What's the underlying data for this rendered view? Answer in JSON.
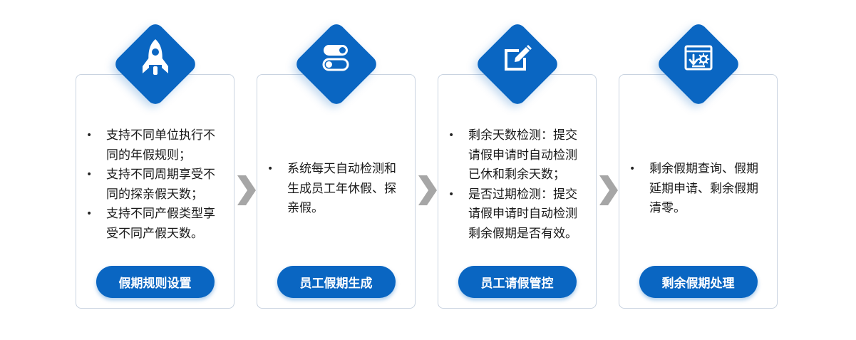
{
  "cards": [
    {
      "icon": "rocket-icon",
      "bullets": [
        "支持不同单位执行不同的年假规则；",
        "支持不同周期享受不同的探亲假天数；",
        "支持不同产假类型享受不同产假天数。"
      ],
      "button": "假期规则设置"
    },
    {
      "icon": "toggle-icon",
      "bullets": [
        "系统每天自动检测和生成员工年休假、探亲假。"
      ],
      "button": "员工假期生成"
    },
    {
      "icon": "edit-icon",
      "bullets": [
        "剩余天数检测：提交请假申请时自动检测已休和剩余天数；",
        "是否过期检测：提交请假申请时自动检测剩余假期是否有效。"
      ],
      "button": "员工请假管控"
    },
    {
      "icon": "download-settings-icon",
      "bullets": [
        "剩余假期查询、假期延期申请、剩余假期清零。"
      ],
      "button": "剩余假期处理"
    }
  ],
  "colors": {
    "accent": "#0a66c2",
    "border": "#c9d3e0",
    "arrow": "#a6a6a6"
  }
}
